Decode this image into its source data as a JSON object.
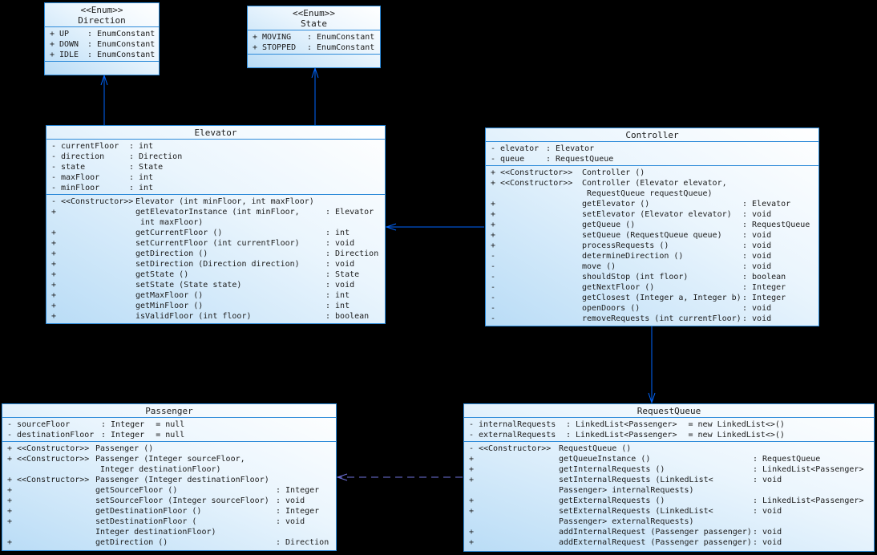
{
  "diagram_type": "uml-class-diagram",
  "colors": {
    "background": "#000000",
    "box_border": "#2e8bd9",
    "box_fill_light": "#ffffff",
    "box_fill_dark": "#b9dcf6",
    "text": "#1b1b1b",
    "arrow_solid": "#0066ff",
    "arrow_dashed": "#7173de"
  },
  "classes": [
    {
      "id": "direction",
      "stereotype": "<<Enum>>",
      "name": "Direction",
      "attributes": [
        {
          "v": "+",
          "n": "UP",
          "t": ": EnumConstant"
        },
        {
          "v": "+",
          "n": "DOWN",
          "t": ": EnumConstant"
        },
        {
          "v": "+",
          "n": "IDLE",
          "t": ": EnumConstant"
        }
      ],
      "methods": []
    },
    {
      "id": "state",
      "stereotype": "<<Enum>>",
      "name": "State",
      "attributes": [
        {
          "v": "+",
          "n": "MOVING",
          "t": ": EnumConstant"
        },
        {
          "v": "+",
          "n": "STOPPED",
          "t": ": EnumConstant"
        }
      ],
      "methods": []
    },
    {
      "id": "elevator",
      "name": "Elevator",
      "attributes": [
        {
          "v": "-",
          "n": "currentFloor",
          "t": ": int"
        },
        {
          "v": "-",
          "n": "direction",
          "t": ": Direction"
        },
        {
          "v": "-",
          "n": "state",
          "t": ": State"
        },
        {
          "v": "-",
          "n": "maxFloor",
          "t": ": int"
        },
        {
          "v": "-",
          "n": "minFloor",
          "t": ": int"
        }
      ],
      "methods": [
        {
          "v": "-",
          "st": "<<Constructor>>",
          "s": "Elevator (int minFloor, int maxFloor)",
          "t": ""
        },
        {
          "v": "+",
          "s": "getElevatorInstance (int minFloor,\n int maxFloor)",
          "t": ": Elevator"
        },
        {
          "v": "+",
          "s": "getCurrentFloor ()",
          "t": ": int"
        },
        {
          "v": "+",
          "s": "setCurrentFloor (int currentFloor)",
          "t": ": void"
        },
        {
          "v": "+",
          "s": "getDirection ()",
          "t": ": Direction"
        },
        {
          "v": "+",
          "s": "setDirection (Direction direction)",
          "t": ": void"
        },
        {
          "v": "+",
          "s": "getState ()",
          "t": ": State"
        },
        {
          "v": "+",
          "s": "setState (State state)",
          "t": ": void"
        },
        {
          "v": "+",
          "s": "getMaxFloor ()",
          "t": ": int"
        },
        {
          "v": "+",
          "s": "getMinFloor ()",
          "t": ": int"
        },
        {
          "v": "+",
          "s": "isValidFloor (int floor)",
          "t": ": boolean"
        }
      ]
    },
    {
      "id": "controller",
      "name": "Controller",
      "attributes": [
        {
          "v": "-",
          "n": "elevator",
          "t": ": Elevator"
        },
        {
          "v": "-",
          "n": "queue",
          "t": ": RequestQueue"
        }
      ],
      "methods": [
        {
          "v": "+",
          "st": "<<Constructor>>",
          "s": "Controller ()",
          "t": ""
        },
        {
          "v": "+",
          "st": "<<Constructor>>",
          "s": "Controller (Elevator elevator,\n RequestQueue requestQueue)",
          "t": ""
        },
        {
          "v": "+",
          "s": "getElevator ()",
          "t": ": Elevator"
        },
        {
          "v": "+",
          "s": "setElevator (Elevator elevator)",
          "t": ": void"
        },
        {
          "v": "+",
          "s": "getQueue ()",
          "t": ": RequestQueue"
        },
        {
          "v": "+",
          "s": "setQueue (RequestQueue queue)",
          "t": ": void"
        },
        {
          "v": "+",
          "s": "processRequests ()",
          "t": ": void"
        },
        {
          "v": "-",
          "s": "determineDirection ()",
          "t": ": void"
        },
        {
          "v": "-",
          "s": "move ()",
          "t": ": void"
        },
        {
          "v": "-",
          "s": "shouldStop (int floor)",
          "t": ": boolean"
        },
        {
          "v": "-",
          "s": "getNextFloor ()",
          "t": ": Integer"
        },
        {
          "v": "-",
          "s": "getClosest (Integer a, Integer b)",
          "t": ": Integer"
        },
        {
          "v": "-",
          "s": "openDoors ()",
          "t": ": void"
        },
        {
          "v": "-",
          "s": "removeRequests (int currentFloor)",
          "t": ": void"
        }
      ]
    },
    {
      "id": "passenger",
      "name": "Passenger",
      "attributes": [
        {
          "v": "-",
          "n": "sourceFloor",
          "t": ": Integer",
          "d": "= null"
        },
        {
          "v": "-",
          "n": "destinationFloor",
          "t": ": Integer",
          "d": "= null"
        }
      ],
      "methods": [
        {
          "v": "+",
          "st": "<<Constructor>>",
          "s": "Passenger ()",
          "t": ""
        },
        {
          "v": "+",
          "st": "<<Constructor>>",
          "s": "Passenger (Integer sourceFloor,\n Integer destinationFloor)",
          "t": ""
        },
        {
          "v": "+",
          "st": "<<Constructor>>",
          "s": "Passenger (Integer destinationFloor)",
          "t": ""
        },
        {
          "v": "+",
          "s": "getSourceFloor ()",
          "t": ": Integer"
        },
        {
          "v": "+",
          "s": "setSourceFloor (Integer sourceFloor)",
          "t": ": void"
        },
        {
          "v": "+",
          "s": "getDestinationFloor ()",
          "t": ": Integer"
        },
        {
          "v": "+",
          "s": "setDestinationFloor (\nInteger destinationFloor)",
          "t": ": void"
        },
        {
          "v": "+",
          "s": "getDirection ()",
          "t": ": Direction"
        }
      ]
    },
    {
      "id": "requestqueue",
      "name": "RequestQueue",
      "attributes": [
        {
          "v": "-",
          "n": "internalRequests",
          "t": ": LinkedList<Passenger>",
          "d": "= new LinkedList<>()"
        },
        {
          "v": "-",
          "n": "externalRequests",
          "t": ": LinkedList<Passenger>",
          "d": "= new LinkedList<>()"
        }
      ],
      "methods": [
        {
          "v": "-",
          "st": "<<Constructor>>",
          "s": "RequestQueue ()",
          "t": ""
        },
        {
          "v": "+",
          "s": "getQueueInstance ()",
          "t": ": RequestQueue"
        },
        {
          "v": "+",
          "s": "getInternalRequests ()",
          "t": ": LinkedList<Passenger>"
        },
        {
          "v": "+",
          "s": "setInternalRequests (LinkedList<\nPassenger> internalRequests)",
          "t": ": void"
        },
        {
          "v": "+",
          "s": "getExternalRequests ()",
          "t": ": LinkedList<Passenger>"
        },
        {
          "v": "+",
          "s": "setExternalRequests (LinkedList<\nPassenger> externalRequests)",
          "t": ": void"
        },
        {
          "v": "+",
          "s": "addInternalRequest (Passenger passenger)",
          "t": ": void"
        },
        {
          "v": "+",
          "s": "addExternalRequest (Passenger passenger)",
          "t": ": void"
        }
      ]
    }
  ],
  "relations": [
    {
      "from": "Elevator",
      "to": "Direction",
      "style": "solid"
    },
    {
      "from": "Elevator",
      "to": "State",
      "style": "solid"
    },
    {
      "from": "Controller",
      "to": "Elevator",
      "style": "solid"
    },
    {
      "from": "Controller",
      "to": "RequestQueue",
      "style": "solid"
    },
    {
      "from": "RequestQueue",
      "to": "Passenger",
      "style": "dashed"
    }
  ]
}
